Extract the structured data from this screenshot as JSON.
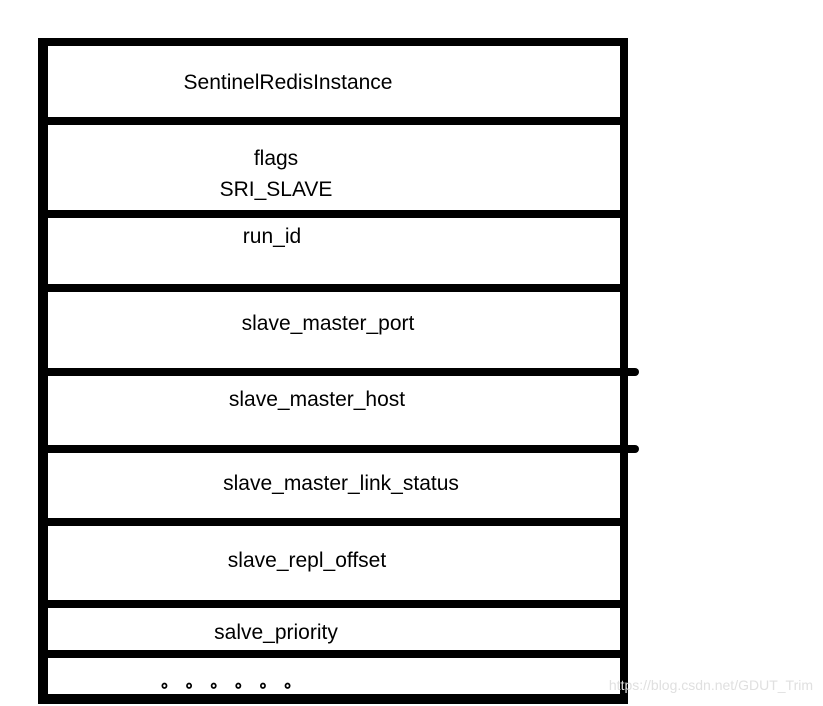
{
  "diagram": {
    "header": "SentinelRedisInstance",
    "flags": {
      "label": "flags",
      "value": "SRI_SLAVE"
    },
    "fields": [
      "run_id",
      "slave_master_port",
      "slave_master_host",
      "slave_master_link_status",
      "slave_repl_offset",
      "salve_priority"
    ],
    "ellipsis": "∘∘∘∘∘∘",
    "colors": {
      "line": "#000000",
      "text": "#000000",
      "background": "#ffffff",
      "watermark": "#e0e0e0"
    }
  },
  "watermark": {
    "text": "https://blog.csdn.net/GDUT_Trim"
  }
}
